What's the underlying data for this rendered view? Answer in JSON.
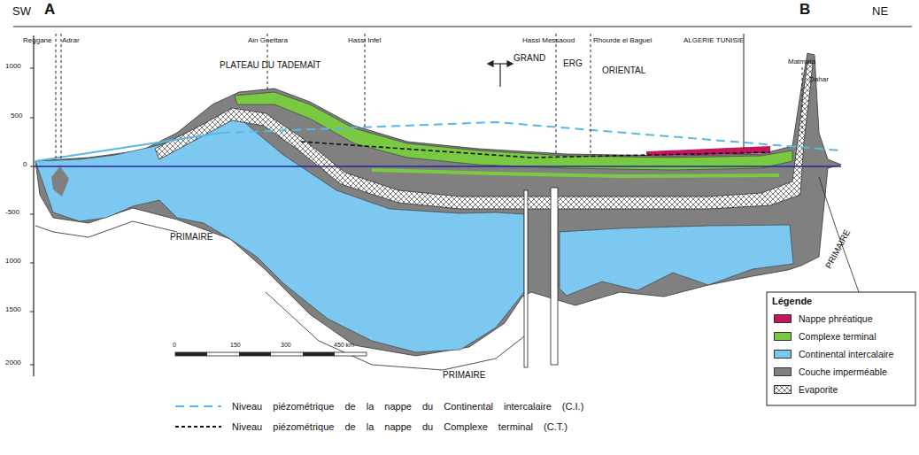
{
  "diagram": {
    "labels": [
      "SW",
      "A",
      "B",
      "NE",
      "Reggane",
      "Adrar",
      "Ain Guettara",
      "Hassi Infel",
      "Hassi Messaoud",
      "Rhourde el Baguel",
      "ALGERIE TUNISIE",
      "Matmata",
      "Dahar",
      "PLATEAU DU TADEMAÏT",
      "GRAND",
      "ERG",
      "ORIENTAL",
      "1000",
      "500",
      "0",
      "-500",
      "1000",
      "1500",
      "2000",
      "PRIMAIRE",
      "PRIMAIRE",
      "PRIMAIRE",
      "0",
      "150",
      "300",
      "450 km",
      "Légende"
    ],
    "legend": [
      {
        "text": "Nappe phréatique",
        "color": "#c2185b"
      },
      {
        "text": "Complexe terminal",
        "color": "#7ac943"
      },
      {
        "text": "Continental intercalaire",
        "color": "#7cc8f0"
      },
      {
        "text": "Couche imperméable",
        "color": "#808080"
      },
      {
        "text": "Evaporite"
      },
      {
        "text": "Niveau piézométrique de la nappe du Continental intercalaire (C.I.)"
      },
      {
        "text": "Niveau piézométrique de la nappe du Complexe terminal (C.T.)"
      }
    ]
  }
}
